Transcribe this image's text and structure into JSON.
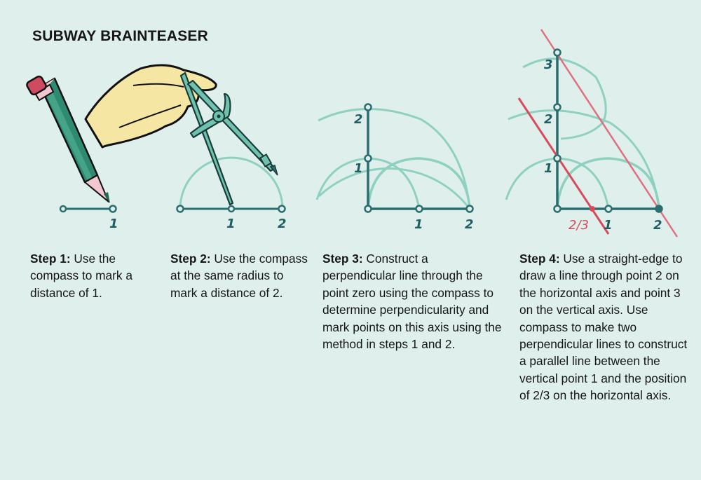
{
  "title": "SUBWAY BRAINTEASER",
  "colors": {
    "background": "#dff0ec",
    "axis": "#2b6e70",
    "arc": "#8fd0bf",
    "red_line": "#de5468",
    "pencil_body": "#2e8a70",
    "hand": "#f6e6a4",
    "compass": "#6fc3ae"
  },
  "illustrations": [
    {
      "id": "step1",
      "labels": [
        "1"
      ]
    },
    {
      "id": "step2",
      "labels": [
        "1",
        "2"
      ]
    },
    {
      "id": "step3",
      "labels": {
        "horizontal": [
          "1",
          "2"
        ],
        "vertical": [
          "1",
          "2"
        ]
      }
    },
    {
      "id": "step4",
      "labels": {
        "horizontal": [
          "2/3",
          "1",
          "2"
        ],
        "vertical": [
          "1",
          "2",
          "3"
        ]
      }
    }
  ],
  "steps": [
    {
      "heading": "Step 1:",
      "text": " Use the compass to mark a distance of 1."
    },
    {
      "heading": "Step 2:",
      "text": " Use the compass at the same radius to mark a distance of 2."
    },
    {
      "heading": "Step 3:",
      "text": " Construct a perpendicular line through the point zero using the compass to determine perpendicularity and mark points on this axis using the method in steps 1 and 2."
    },
    {
      "heading": "Step 4:",
      "text": " Use a straight-edge to draw a line through point 2 on the horizontal axis and point 3 on the vertical axis. Use compass to make two perpendicular lines to construct a parallel line between the vertical point 1 and the position of 2/3 on the horizontal axis."
    }
  ]
}
